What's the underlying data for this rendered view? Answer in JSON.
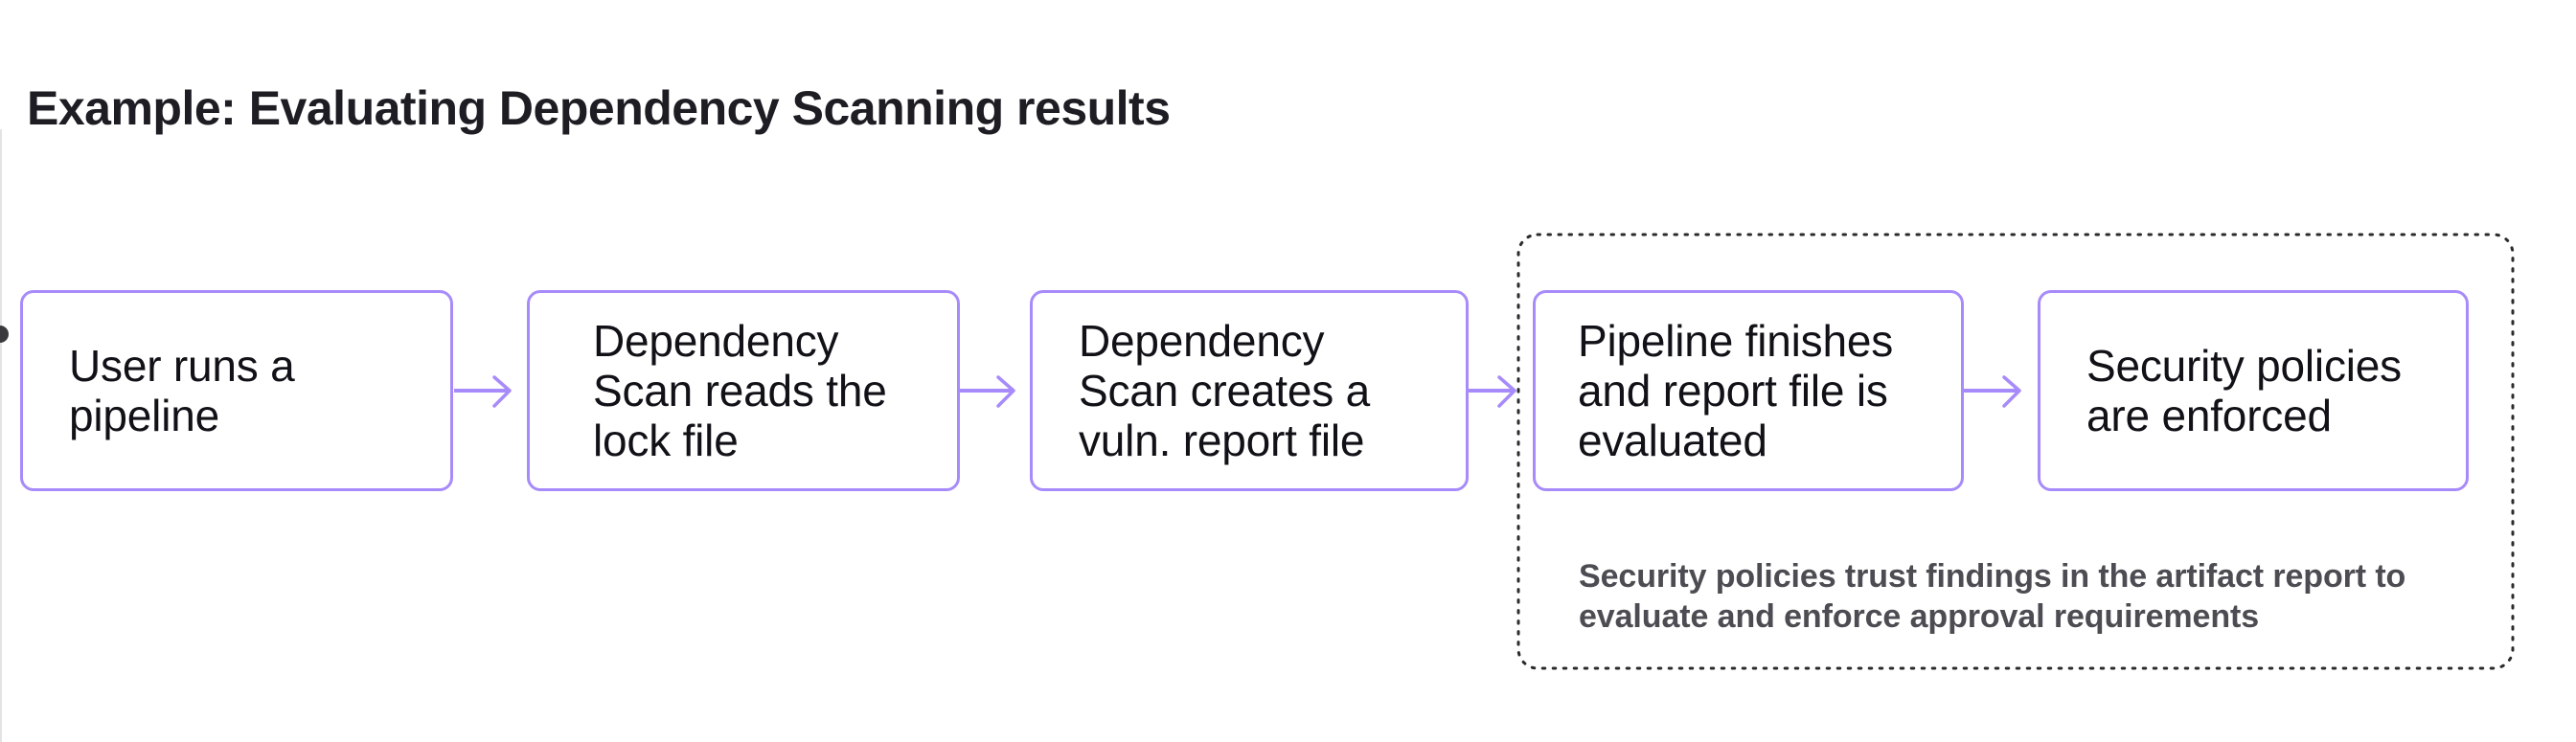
{
  "title": "Example: Evaluating Dependency Scanning results",
  "flow": {
    "boxes": [
      {
        "id": "user-runs-pipeline",
        "lines": [
          "User runs a",
          "pipeline"
        ]
      },
      {
        "id": "dependency-scan-reads-lock",
        "lines": [
          "Dependency",
          "Scan reads the",
          "lock file"
        ]
      },
      {
        "id": "dependency-scan-creates-report",
        "lines": [
          "Dependency",
          "Scan creates a",
          "vuln. report file"
        ]
      },
      {
        "id": "pipeline-finishes-evaluated",
        "lines": [
          "Pipeline finishes",
          "and report file is",
          "evaluated"
        ]
      },
      {
        "id": "security-policies-enforced",
        "lines": [
          "Security policies",
          "are enforced"
        ]
      }
    ],
    "note_lines": [
      "Security policies trust findings in the artifact report to",
      "evaluate and enforce approval requirements"
    ]
  },
  "colors": {
    "node_border": "#a78bfa",
    "arrow": "#a78bfa",
    "title_text": "#1e1d23",
    "node_text": "#121117",
    "note_text": "#4c4c52",
    "dotted_border": "#2b2b2e",
    "edge_dot": "#39393e"
  }
}
